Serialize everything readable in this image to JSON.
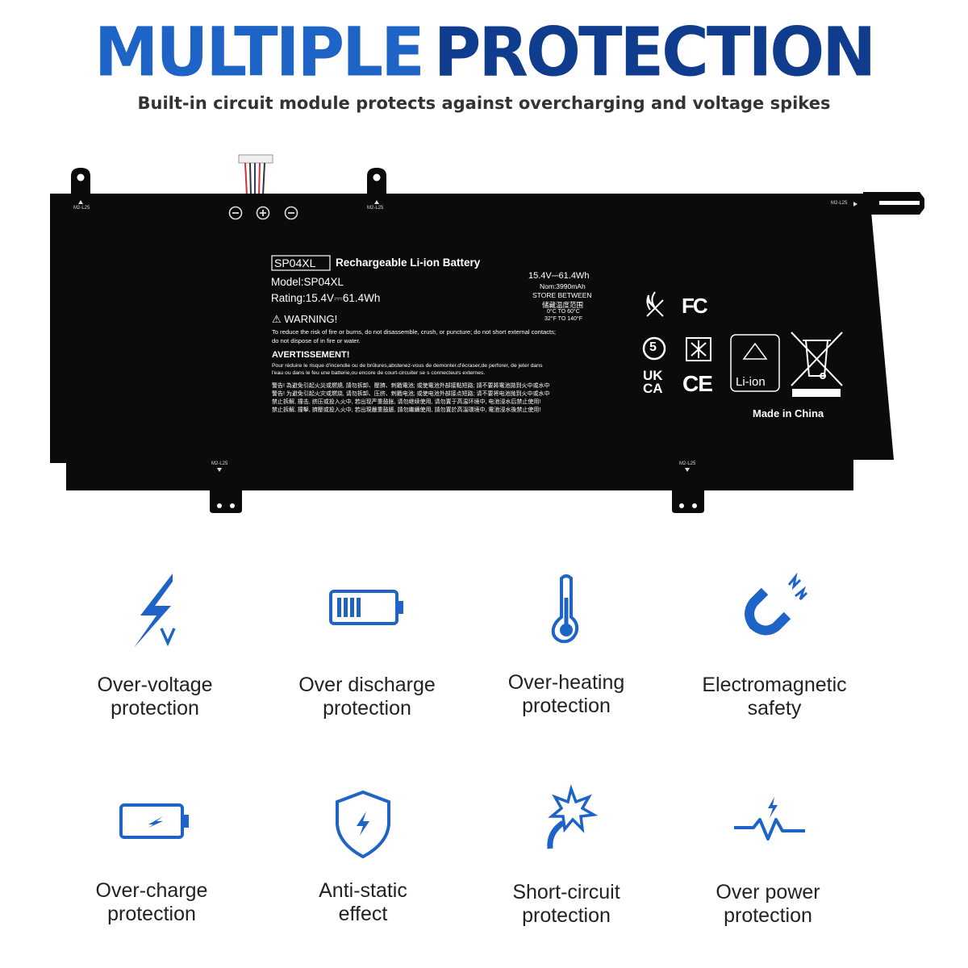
{
  "header": {
    "title_part1": "MULTIPLE",
    "title_part2": "PROTECTION",
    "subtitle": "Built-in circuit module protects against overcharging and voltage spikes"
  },
  "battery": {
    "screw_tag": "M2-L25",
    "model_box": "SP04XL",
    "heading": "Rechargeable Li-ion Battery",
    "model_line": "Model:SP04XL",
    "rating_line": "Rating:15.4V⎓61.4Wh",
    "warning_title": "⚠ WARNING!",
    "warning_text_1": "To reduce the risk of fire or burns, do not disassemble, crush, or puncture; do not short external contacts;",
    "warning_text_2": "do not dispose of in fire or water.",
    "avert_title": "AVERTISSEMENT!",
    "avert_text_1": "Pour réduire le risque d'incendie ou de brûlures,abstenez-vous de demonter.d'écraser,de perforer, de jeter dans",
    "avert_text_2": "l'eau ou dans le feu une batterie,ou encore de court-circuiter se s connecteurs externes.",
    "cn_text_1": "警告! 為避免引起火災或燃燒, 請勿拆卸、壓擠、刺戳電池; 或使電池外部接點短路; 請不要將電池拋到火中或水中",
    "cn_text_2": "警告! 为避免引起火灾或燃烧, 请勿拆卸、压挤、刺戳电池; 或使电池外部接点短路; 请不要将电池抛到火中或水中",
    "cn_text_3": "禁止拆解, 撞击, 挤压或投入火中, 若出现严重鼓胀, 请勿继续使用, 请勿置于高温环境中, 电池浸水后禁止使用!",
    "cn_text_4": "禁止拆解, 撞擊, 擠壓或投入火中, 若出現嚴重鼓脹, 請勿繼續使用, 請勿置於高溫環境中, 電池浸水後禁止使用!",
    "spec_1": "15.4V⎓61.4Wh",
    "spec_2": "Nom:3990mAh",
    "spec_3": "STORE BETWEEN",
    "spec_4": "储藏温度范围",
    "spec_5": "0°C TO 60°C",
    "spec_6": "32°F TO 140°F",
    "fc_mark": "FC",
    "ukca_1": "UK",
    "ukca_2": "CA",
    "ce_mark": "CE",
    "recycle_label": "Li-ion",
    "five_mark": "5",
    "made_in": "Made in China"
  },
  "features": [
    {
      "line1": "Over-voltage",
      "line2": "protection",
      "icon": "lightning-v-icon"
    },
    {
      "line1": "Over discharge",
      "line2": "protection",
      "icon": "battery-bars-icon"
    },
    {
      "line1": "Over-heating",
      "line2": "protection",
      "icon": "thermometer-icon"
    },
    {
      "line1": "Electromagnetic",
      "line2": "safety",
      "icon": "magnet-icon"
    },
    {
      "line1": "Over-charge",
      "line2": "protection",
      "icon": "battery-bolt-icon"
    },
    {
      "line1": "Anti-static",
      "line2": "effect",
      "icon": "shield-bolt-icon"
    },
    {
      "line1": "Short-circuit",
      "line2": "protection",
      "icon": "spark-wire-icon"
    },
    {
      "line1": "Over power",
      "line2": "protection",
      "icon": "pulse-bolt-icon"
    }
  ],
  "colors": {
    "accent": "#1e63c6",
    "accent_dark": "#0f3c8c",
    "battery": "#0b0b0b"
  }
}
